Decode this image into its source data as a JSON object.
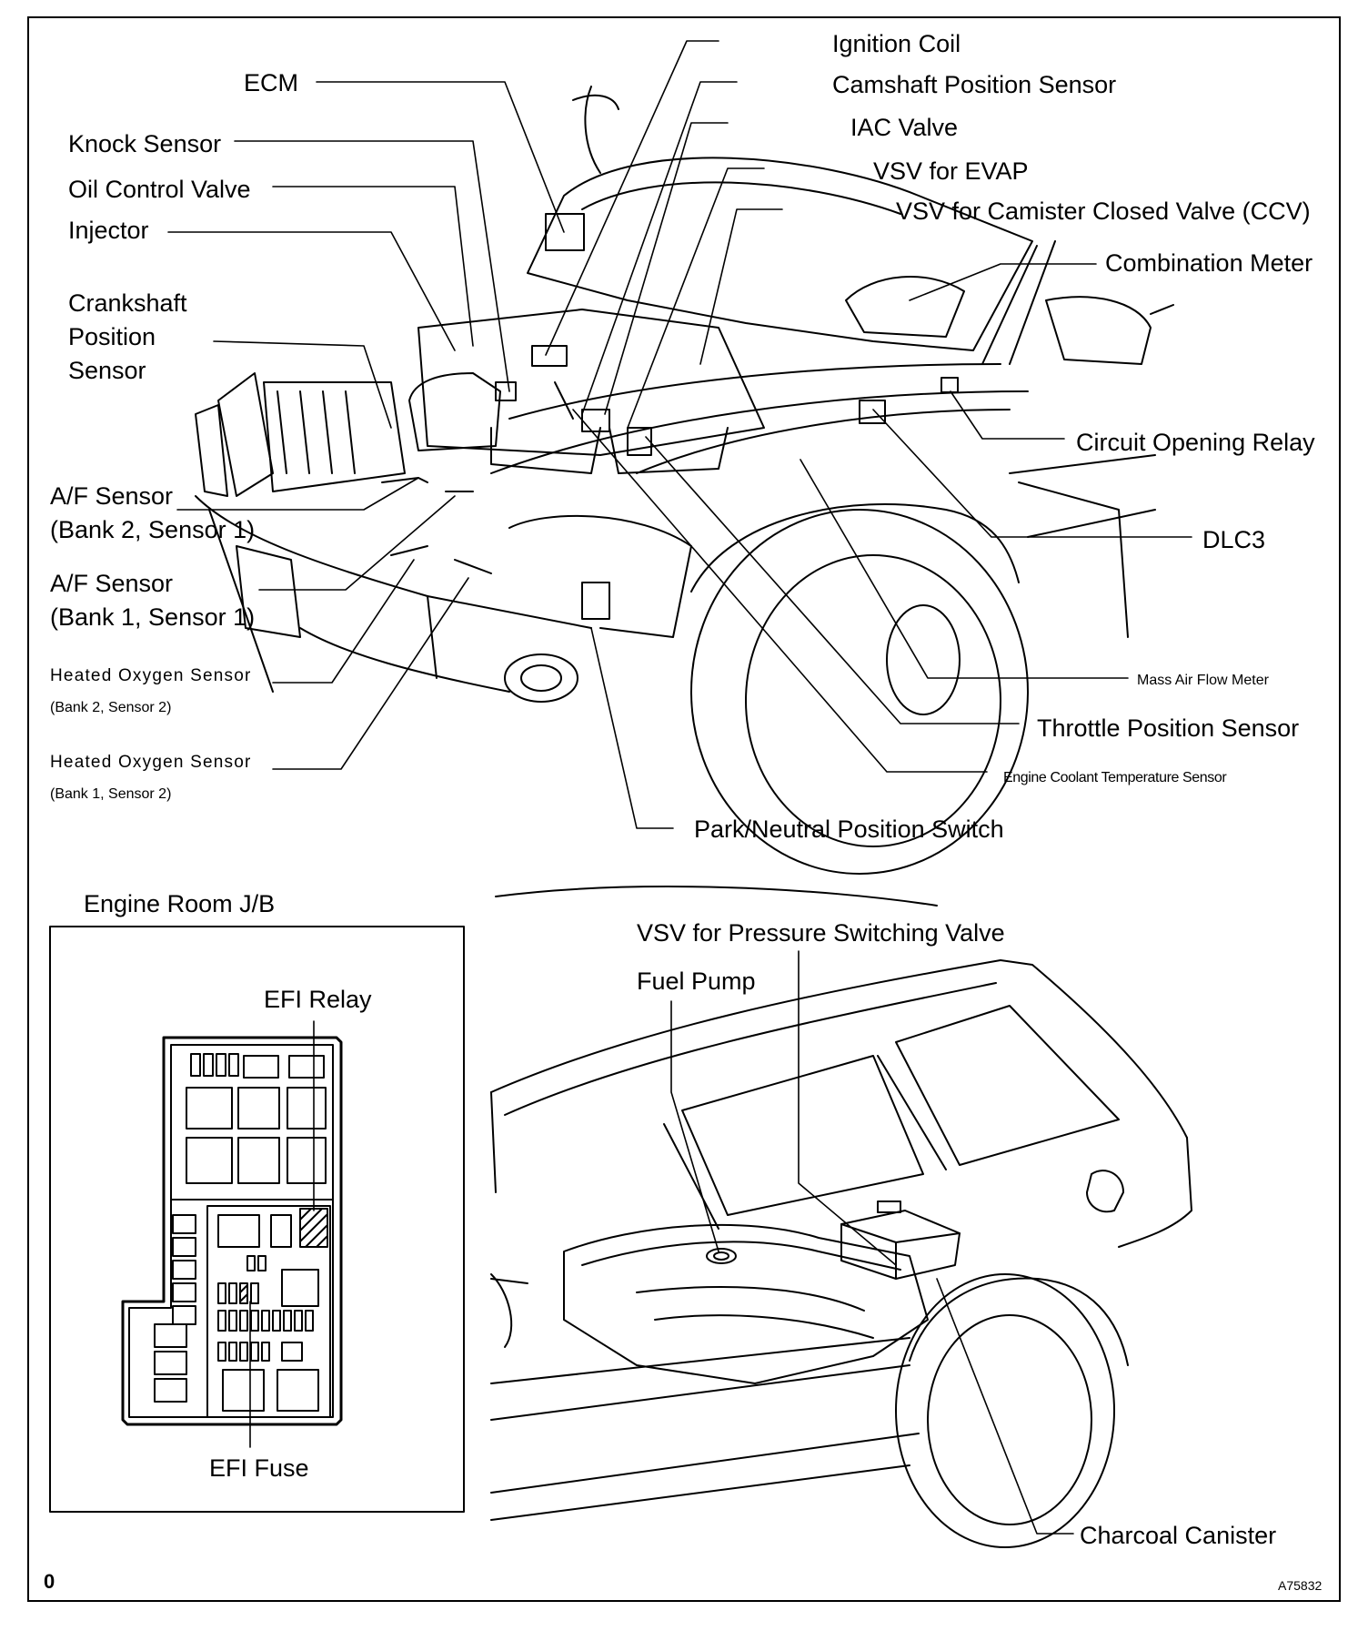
{
  "labels": {
    "ecm": "ECM",
    "ignition_coil": "Ignition Coil",
    "camshaft_position_sensor": "Camshaft Position Sensor",
    "iac_valve": "IAC Valve",
    "vsv_for_evap": "VSV for EVAP",
    "vsv_for_ccv": "VSV for Camister Closed Valve (CCV)",
    "combination_meter": "Combination Meter",
    "knock_sensor": "Knock Sensor",
    "oil_control_valve": "Oil Control Valve",
    "injector": "Injector",
    "crankshaft_position_sensor_1": "Crankshaft",
    "crankshaft_position_sensor_2": "Position",
    "crankshaft_position_sensor_3": "Sensor",
    "circuit_opening_relay": "Circuit Opening Relay",
    "af_sensor_b2_1": "A/F Sensor",
    "af_sensor_b2_2": "(Bank 2, Sensor 1)",
    "af_sensor_b1_1": "A/F Sensor",
    "af_sensor_b1_2": "(Bank 1, Sensor 1)",
    "dlc3": "DLC3",
    "ho2s_b2_1": "Heated Oxygen Sensor",
    "ho2s_b2_2": "(Bank 2, Sensor 2)",
    "ho2s_b1_1": "Heated Oxygen Sensor",
    "ho2s_b1_2": "(Bank 1, Sensor 2)",
    "mass_air_flow_meter": "Mass Air Flow Meter",
    "throttle_position_sensor": "Throttle Position Sensor",
    "engine_coolant_temperature_sensor": "Engine Coolant Temperature Sensor",
    "park_neutral_position_switch": "Park/Neutral Position Switch",
    "engine_room_jb": "Engine Room J/B",
    "efi_relay": "EFI Relay",
    "efi_fuse": "EFI Fuse",
    "vsv_pressure_switching_valve": "VSV for Pressure Switching Valve",
    "fuel_pump": "Fuel Pump",
    "charcoal_canister": "Charcoal Canister",
    "corner_mark": "0",
    "figure_code": "A75832"
  }
}
